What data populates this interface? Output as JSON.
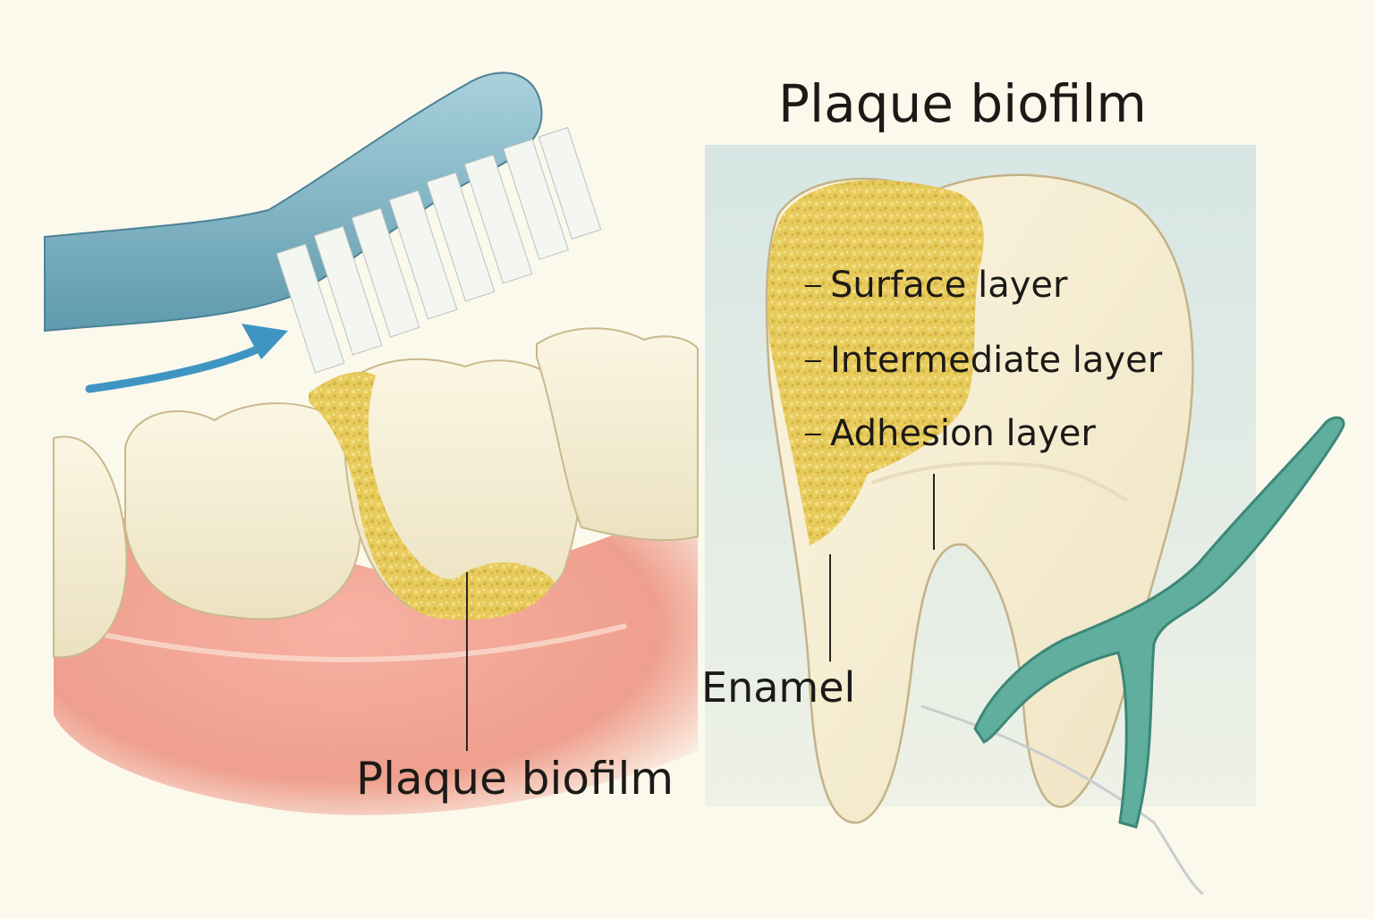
{
  "diagram": {
    "title": "Plaque biofilm",
    "left_panel": {
      "plaque_label": "Plaque biofilm"
    },
    "right_panel": {
      "layers": [
        "Surface layer",
        "Intermediate layer",
        "Adhesion layer"
      ],
      "enamel_label": "Enamel"
    }
  },
  "colors": {
    "background": "#fbf8ec",
    "toothbrush": "#7fb3c4",
    "plaque": "#e6c955",
    "gum": "#f0998a",
    "tooth": "#f3ecd3",
    "arrow": "#3f95c2",
    "flosser": "#5fae9e"
  }
}
